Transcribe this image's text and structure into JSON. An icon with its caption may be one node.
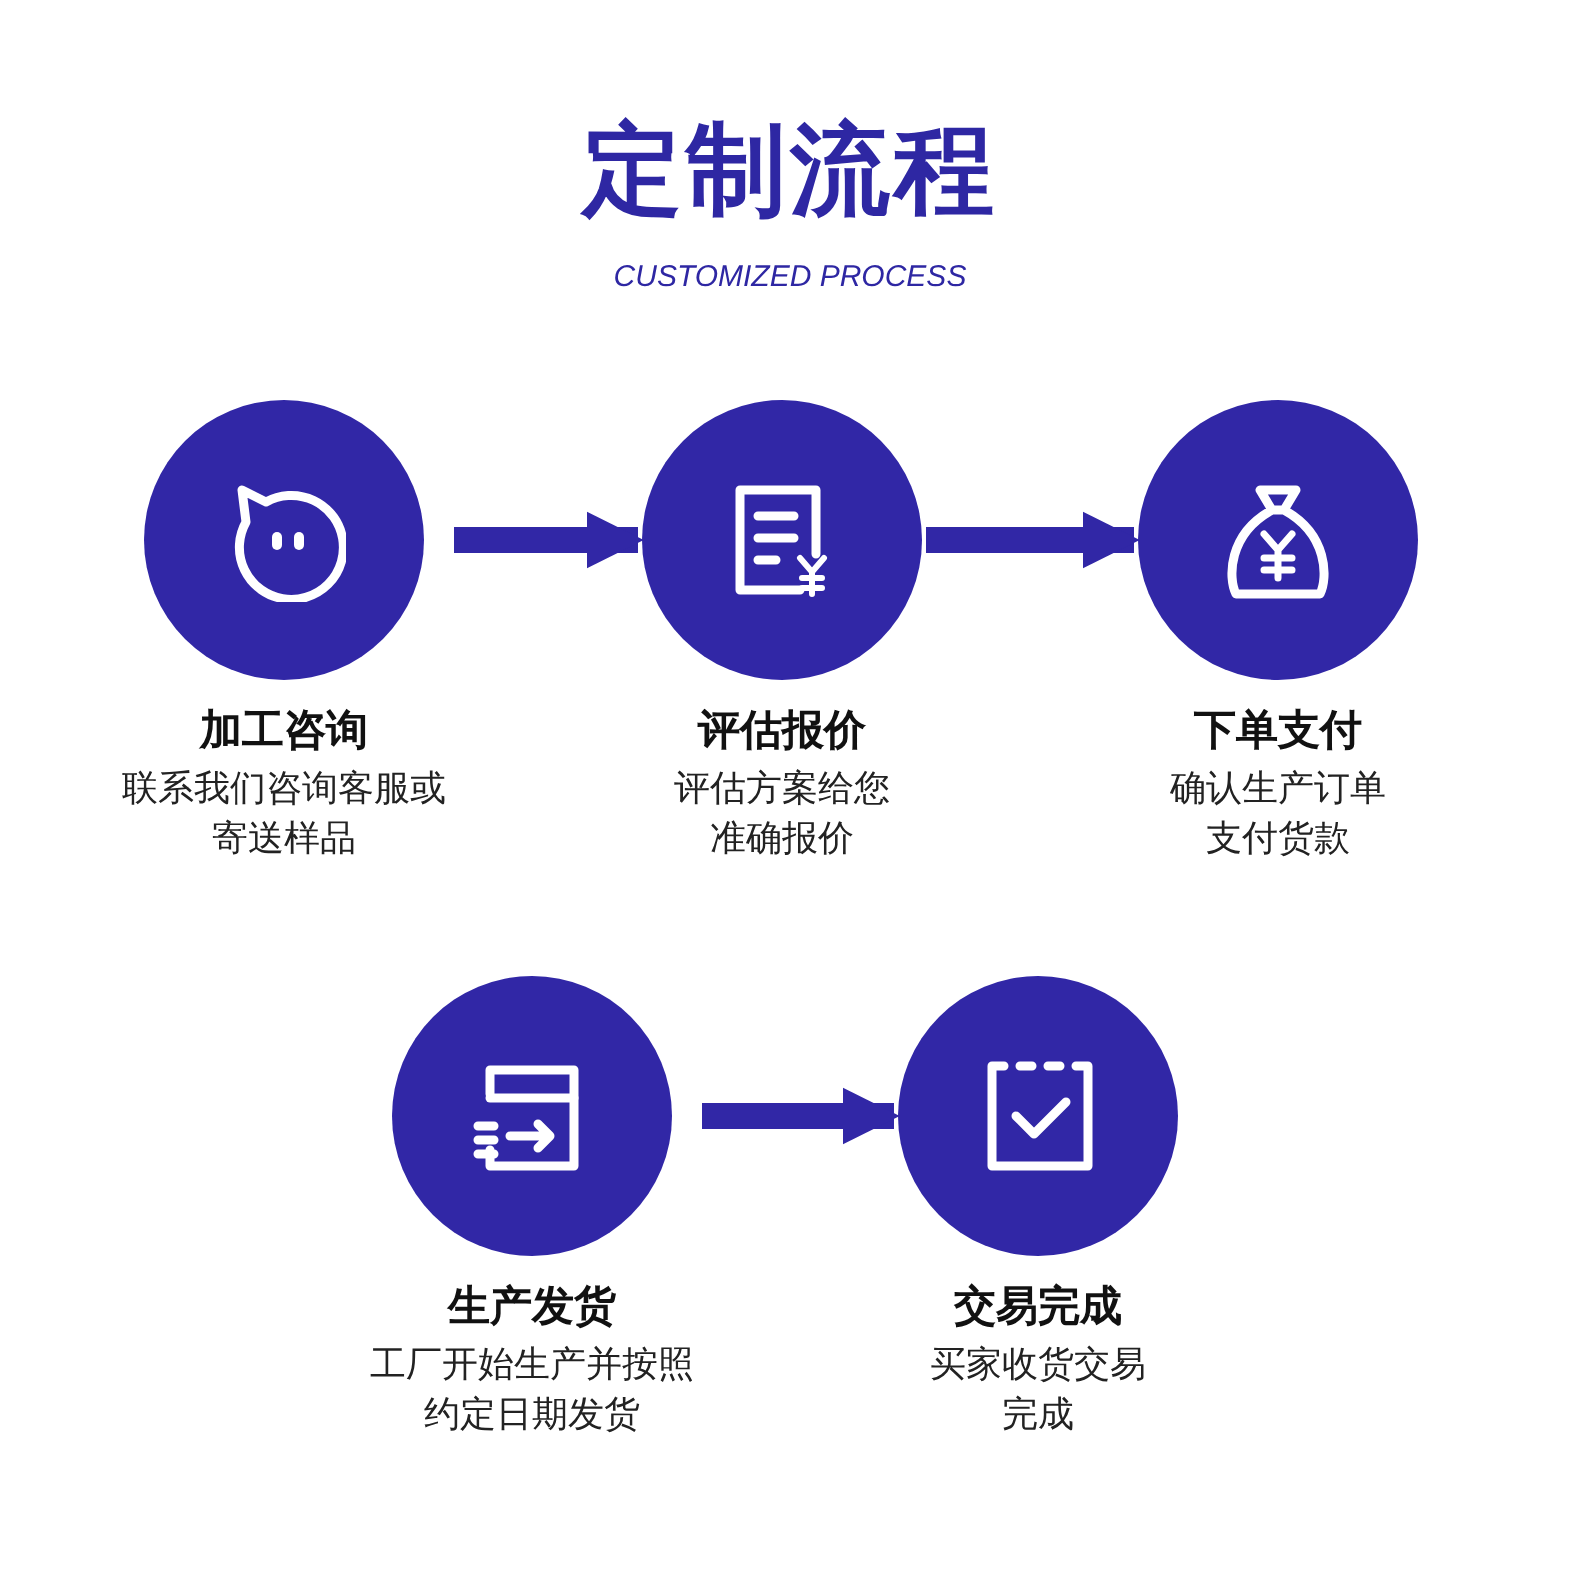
{
  "diagram": {
    "title": "定制流程",
    "nodes": [
      {
        "text": [
          "加工咨询",
          "联系我们咨询客服或寄送样品"
        ]
      },
      {
        "text": [
          "评估报价",
          "评估方案给您准确报价"
        ]
      },
      {
        "text": [
          "下单支付",
          "确认生产订单支付货款"
        ]
      },
      {
        "text": [
          "生产发货",
          "工厂开始生产并按照约定日期发货"
        ]
      },
      {
        "text": [
          "交易完成",
          "买家收货交易完成"
        ]
      }
    ],
    "edges": [
      {
        "from": 0,
        "to": 1,
        "arrow": "to"
      },
      {
        "from": 1,
        "to": 2,
        "arrow": "to"
      },
      {
        "from": 3,
        "to": 4,
        "arrow": "to"
      }
    ],
    "labels": [
      "CUSTOMIZED PROCESS"
    ]
  }
}
